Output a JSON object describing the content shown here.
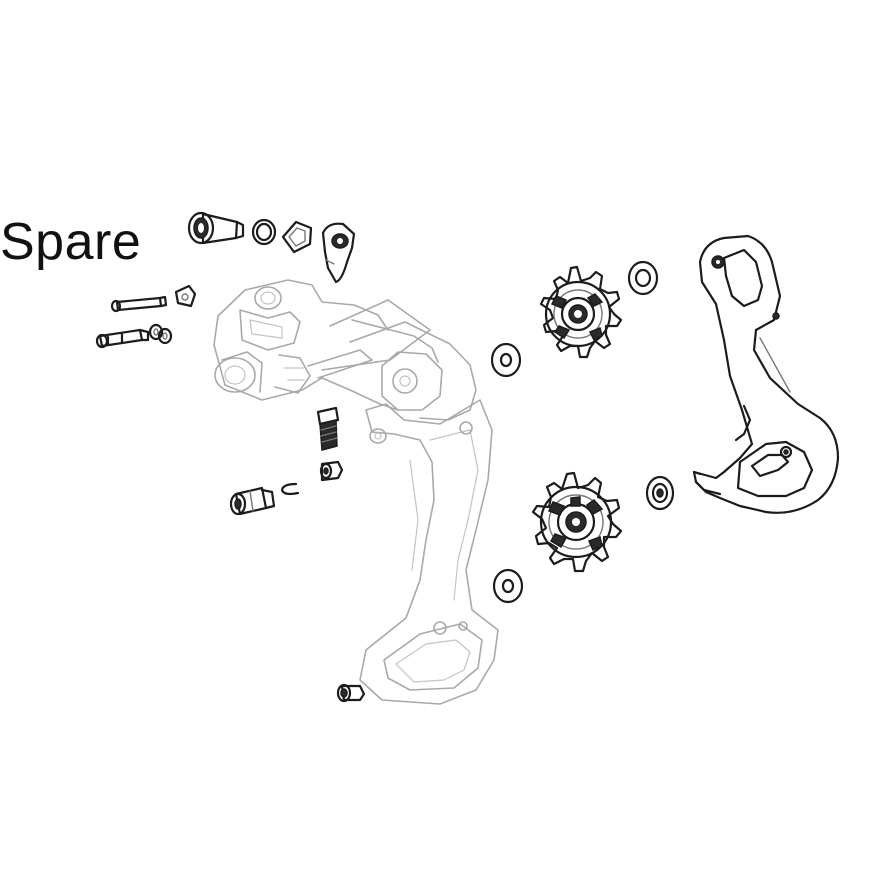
{
  "diagram": {
    "label": "Spare",
    "parts": [
      "derailleur-body",
      "upper-pulley-wheel",
      "lower-pulley-wheel",
      "inner-cage-plate",
      "b-bolt-bushing",
      "washers",
      "pivot-pins",
      "limit-screw",
      "cable-bolt"
    ]
  }
}
